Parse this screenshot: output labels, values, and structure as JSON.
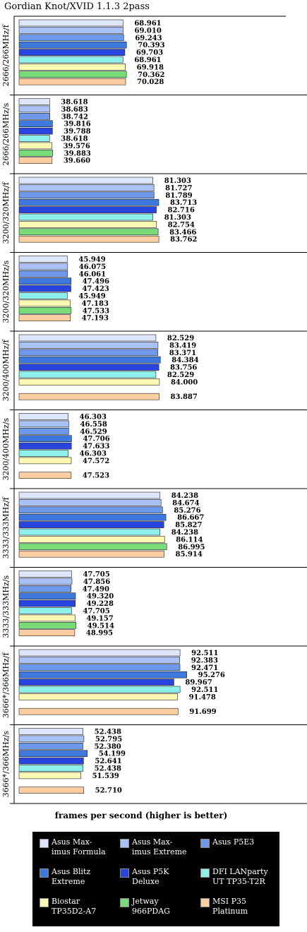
{
  "title": "Gordian Knot/XVID 1.1.3 2pass",
  "chart_data": {
    "type": "bar",
    "orientation": "horizontal",
    "title": "Gordian Knot/XVID 1.1.3 2pass",
    "xlabel": "frames per second (higher is better)",
    "grid": false,
    "legend_position": "bottom",
    "series": [
      {
        "name": "Asus Maximus Formula",
        "legend_label": "Asus Max-\nimus Formula",
        "color": "#dde6fb"
      },
      {
        "name": "Asus Maximus Extreme",
        "legend_label": "Asus Max-\nimus Extreme",
        "color": "#a9c1f5"
      },
      {
        "name": "Asus P5E3",
        "legend_label": "Asus P5E3",
        "color": "#6e99ea"
      },
      {
        "name": "Asus Blitz Extreme",
        "legend_label": "Asus Blitz\nExtreme",
        "color": "#3f78dd"
      },
      {
        "name": "Asus P5K Deluxe",
        "legend_label": "Asus P5K\nDeluxe",
        "color": "#2945e0"
      },
      {
        "name": "DFI LANparty UT TP35-T2R",
        "legend_label": "DFI LANparty\nUT TP35-T2R",
        "color": "#8ef0ea"
      },
      {
        "name": "Biostar TP35D2-A7",
        "legend_label": "Biostar\nTP35D2-A7",
        "color": "#fbf8b4"
      },
      {
        "name": "Jetway 966PDAG",
        "legend_label": "Jetway\n966PDAG",
        "color": "#79dc79"
      },
      {
        "name": "MSI P35 Platinum",
        "legend_label": "MSI P35\nPlatinum",
        "color": "#fbcda0"
      }
    ],
    "groups": [
      {
        "label": "2666/266MHz/f",
        "values": [
          "68.961",
          "69.010",
          "69.243",
          "70.393",
          "69.703",
          "68.961",
          "69.918",
          "70.362",
          "70.028"
        ]
      },
      {
        "label": "2666/266MHz/s",
        "values": [
          "38.618",
          "38.683",
          "38.742",
          "39.816",
          "39.788",
          "38.618",
          "39.576",
          "39.883",
          "39.660"
        ]
      },
      {
        "label": "3200/320MHz/f",
        "values": [
          "81.303",
          "81.727",
          "81.789",
          "83.713",
          "82.716",
          "81.303",
          "82.754",
          "83.466",
          "83.762"
        ]
      },
      {
        "label": "3200/320MHz/s",
        "values": [
          "45.949",
          "46.075",
          "46.061",
          "47.496",
          "47.423",
          "45.949",
          "47.183",
          "47.533",
          "47.193"
        ]
      },
      {
        "label": "3200/400MHz/f",
        "values": [
          "82.529",
          "83.419",
          "83.371",
          "84.384",
          "83.756",
          "82.529",
          "84.000",
          null,
          "83.887"
        ]
      },
      {
        "label": "3200/400MHz/s",
        "values": [
          "46.303",
          "46.558",
          "46.529",
          "47.706",
          "47.633",
          "46.303",
          "47.572",
          null,
          "47.523"
        ]
      },
      {
        "label": "3333/333MHz/f",
        "values": [
          "84.238",
          "84.674",
          "85.276",
          "86.667",
          "85.827",
          "84.238",
          "86.114",
          "86.995",
          "85.914"
        ]
      },
      {
        "label": "3333/333MHz/s",
        "values": [
          "47.705",
          "47.856",
          "47.490",
          "49.320",
          "49.228",
          "47.705",
          "49.157",
          "49.514",
          "48.995"
        ]
      },
      {
        "label": "3666*/366MHz/f",
        "values": [
          "92.511",
          "92.383",
          "92.471",
          "95.276",
          "89.967",
          "92.511",
          "91.478",
          null,
          "91.699"
        ]
      },
      {
        "label": "3666*/366MHz/s",
        "values": [
          "52.438",
          "52.795",
          "52.380",
          "54.199",
          "52.641",
          "52.438",
          "51.539",
          null,
          "52.710"
        ]
      }
    ]
  }
}
